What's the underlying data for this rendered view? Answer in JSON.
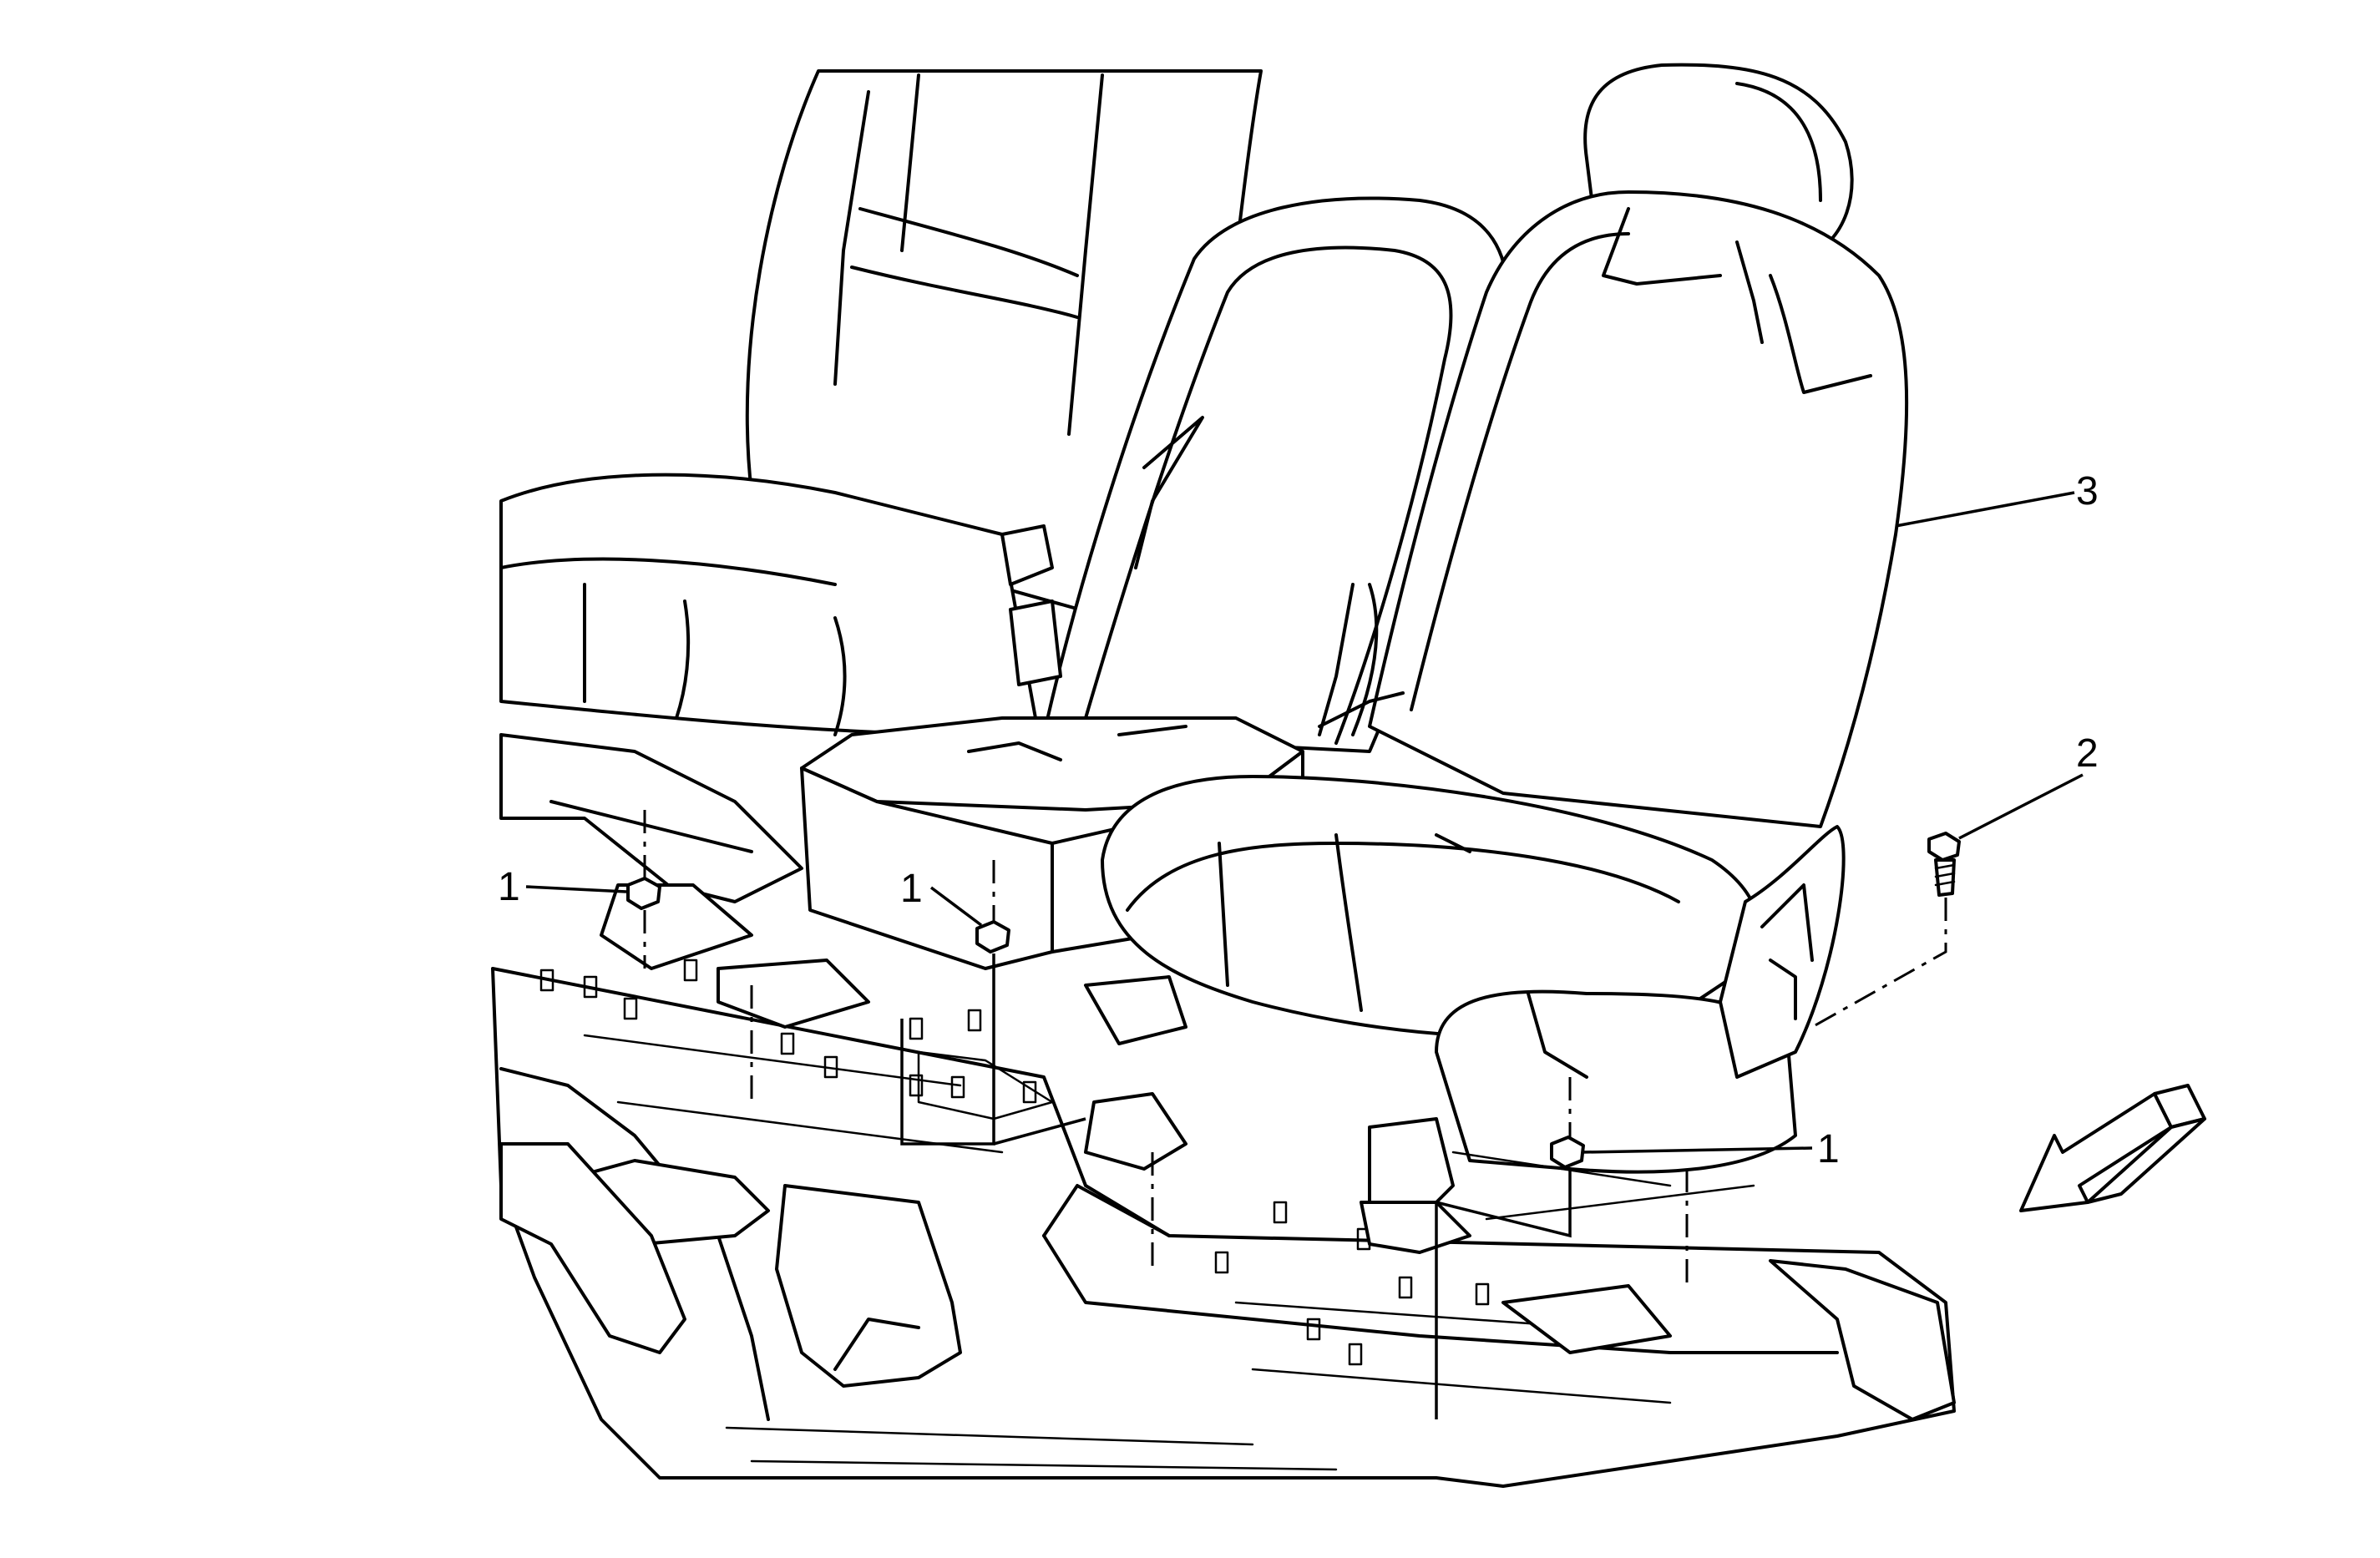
{
  "callouts": [
    {
      "id": "seat-nut-left",
      "label": "1"
    },
    {
      "id": "seat-nut-center",
      "label": "1"
    },
    {
      "id": "seat-nut-right",
      "label": "1"
    },
    {
      "id": "seat-bolt",
      "label": "2"
    },
    {
      "id": "seat-assembly",
      "label": "3"
    }
  ],
  "colors": {
    "line": "#000000",
    "background": "#ffffff"
  },
  "icons": [
    "forward-arrow-icon"
  ]
}
